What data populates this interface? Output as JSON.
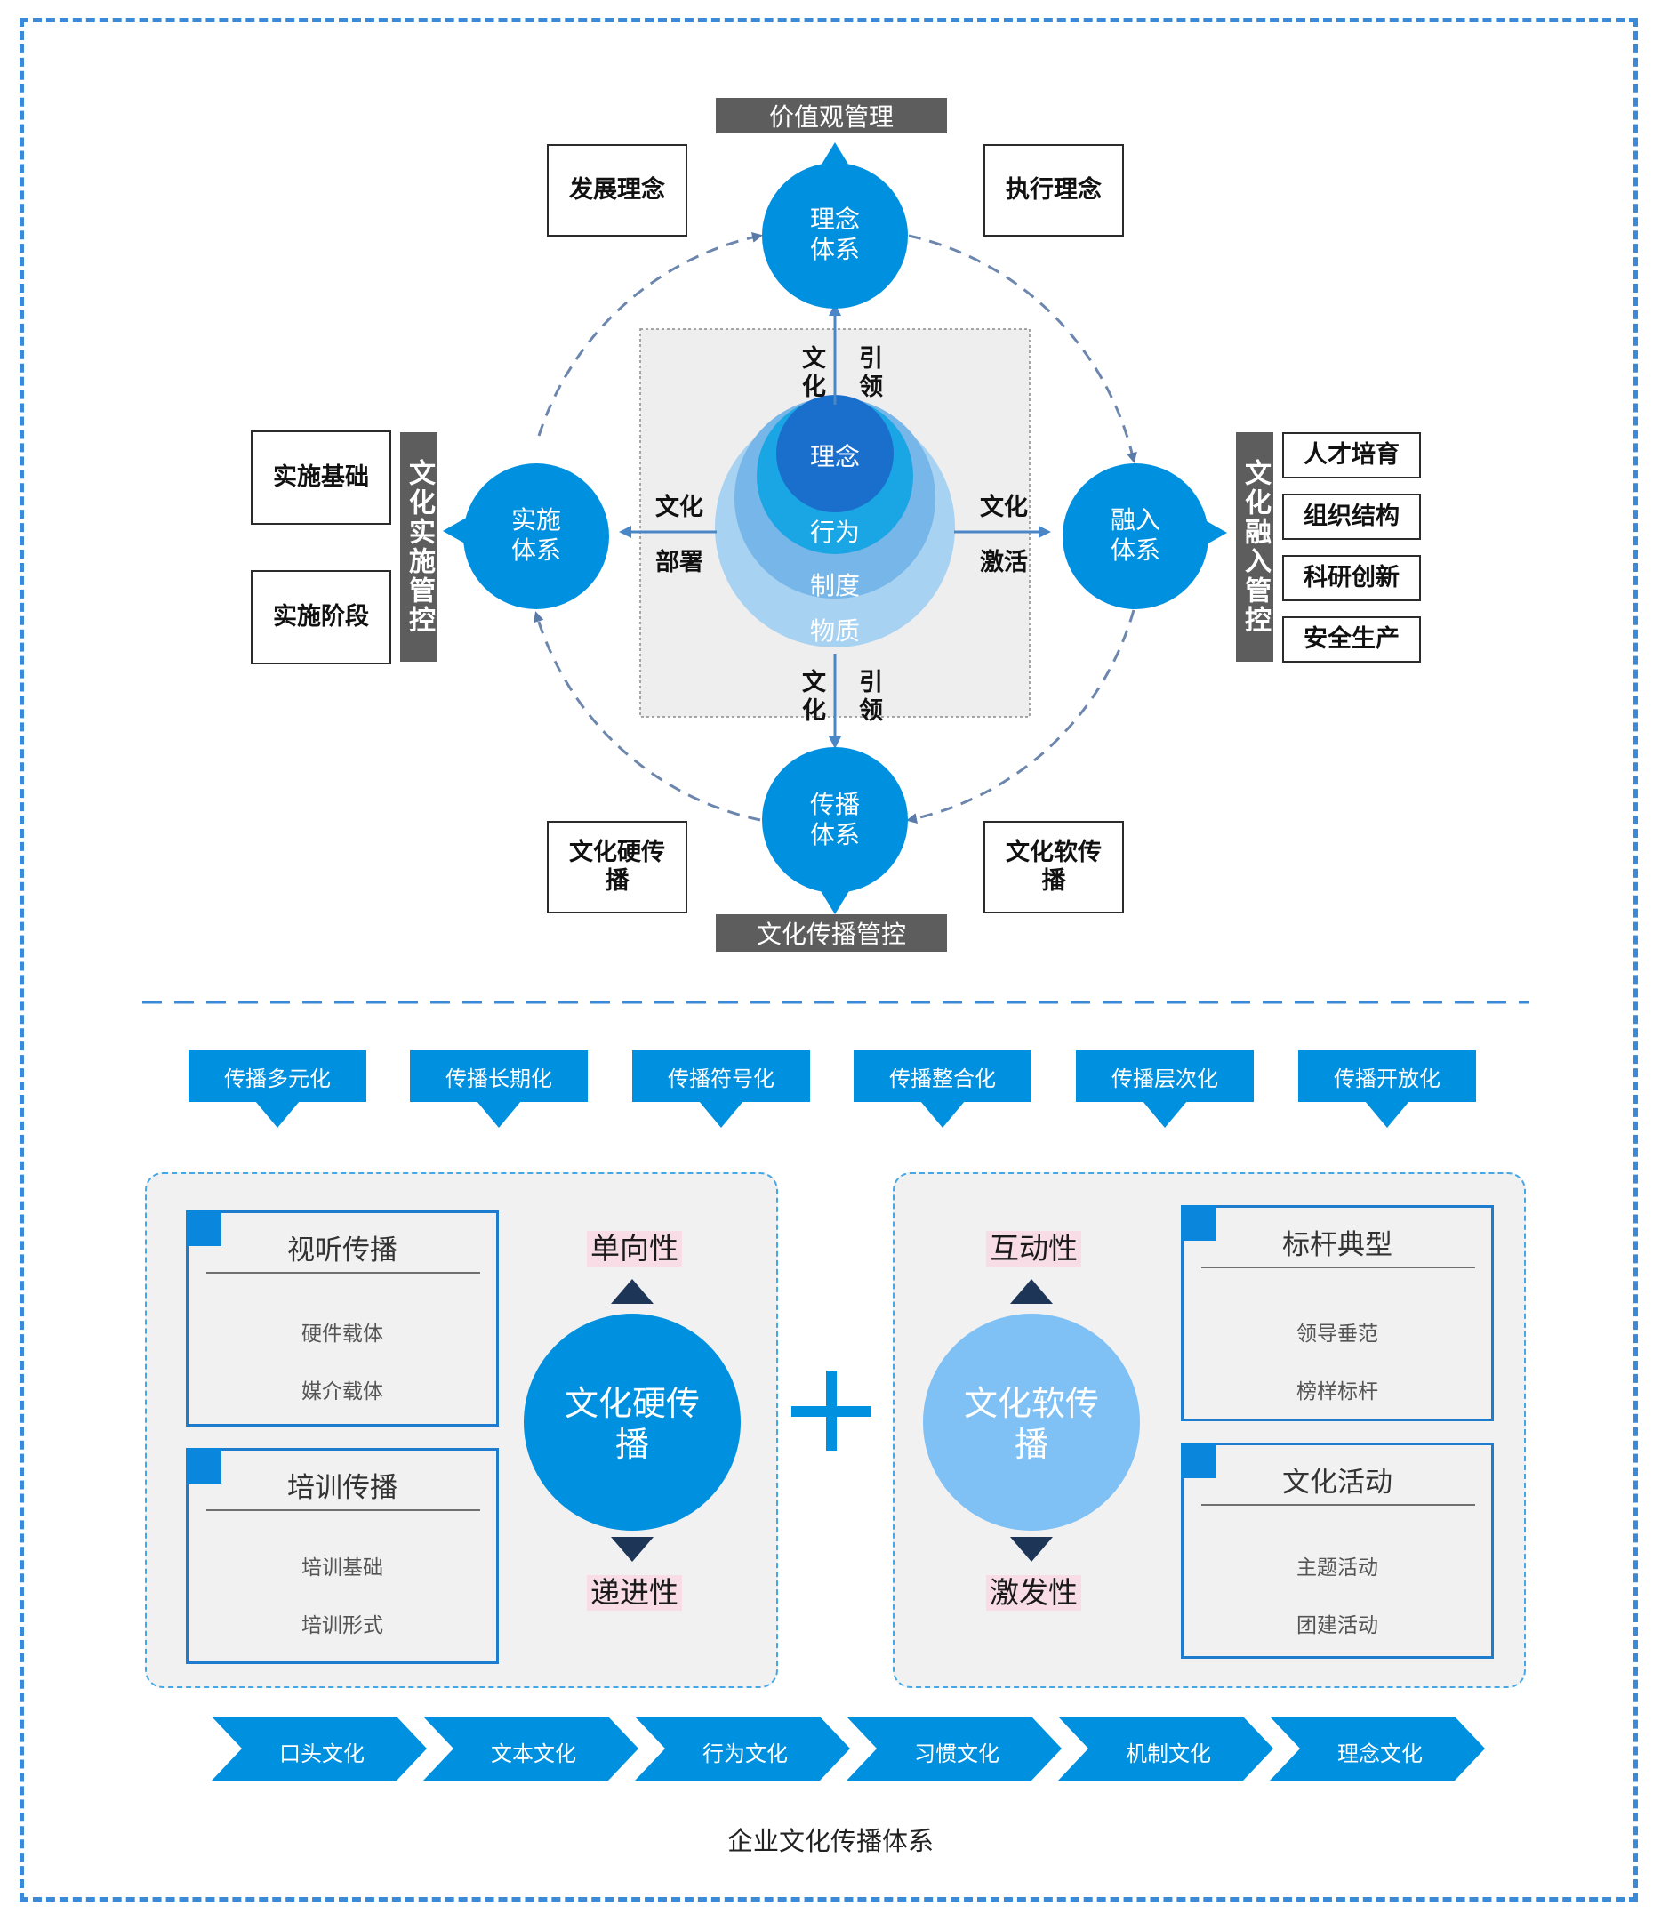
{
  "top": {
    "header_top": "价值观管理",
    "header_bottom": "文化传播管控",
    "header_left": "文化实施管控",
    "header_right": "文化融入管控",
    "circles": {
      "top": "理念体系",
      "left": "实施体系",
      "right": "融入体系",
      "bottom": "传播体系"
    },
    "boxes": {
      "top_left": "发展理念",
      "top_right": "执行理念",
      "left_1": "实施基础",
      "left_2": "实施阶段",
      "right": [
        "人才培育",
        "组织结构",
        "科研创新",
        "安全生产"
      ],
      "bottom_left": "文化硬传播",
      "bottom_right": "文化软传播"
    },
    "core_layers": [
      "理念",
      "行为",
      "制度",
      "物质"
    ],
    "arrow_labels": {
      "up_left": "文化",
      "up_right": "引领",
      "down_left": "文化",
      "down_right": "引领",
      "left_top": "文化",
      "left_bottom": "部署",
      "right_top": "文化",
      "right_bottom": "激活"
    }
  },
  "features": [
    "传播多元化",
    "传播长期化",
    "传播符号化",
    "传播整合化",
    "传播层次化",
    "传播开放化"
  ],
  "hard": {
    "circle": "文化硬传播",
    "up_label": "单向性",
    "down_label": "递进性",
    "cards": [
      {
        "title": "视听传播",
        "items": [
          "硬件载体",
          "媒介载体"
        ]
      },
      {
        "title": "培训传播",
        "items": [
          "培训基础",
          "培训形式"
        ]
      }
    ]
  },
  "soft": {
    "circle": "文化软传播",
    "up_label": "互动性",
    "down_label": "激发性",
    "cards": [
      {
        "title": "标杆典型",
        "items": [
          "领导垂范",
          "榜样标杆"
        ]
      },
      {
        "title": "文化活动",
        "items": [
          "主题活动",
          "团建活动"
        ]
      }
    ]
  },
  "plus": "+",
  "stages": [
    "口头文化",
    "文本文化",
    "行为文化",
    "习惯文化",
    "机制文化",
    "理念文化"
  ],
  "caption": "企业文化传播体系",
  "colors": {
    "primary_blue": "#0090e0",
    "light_blue": "#7fc0f5",
    "dark_gray": "#5d5d5d",
    "navy": "#1d3557",
    "pink": "#f8dde6"
  }
}
